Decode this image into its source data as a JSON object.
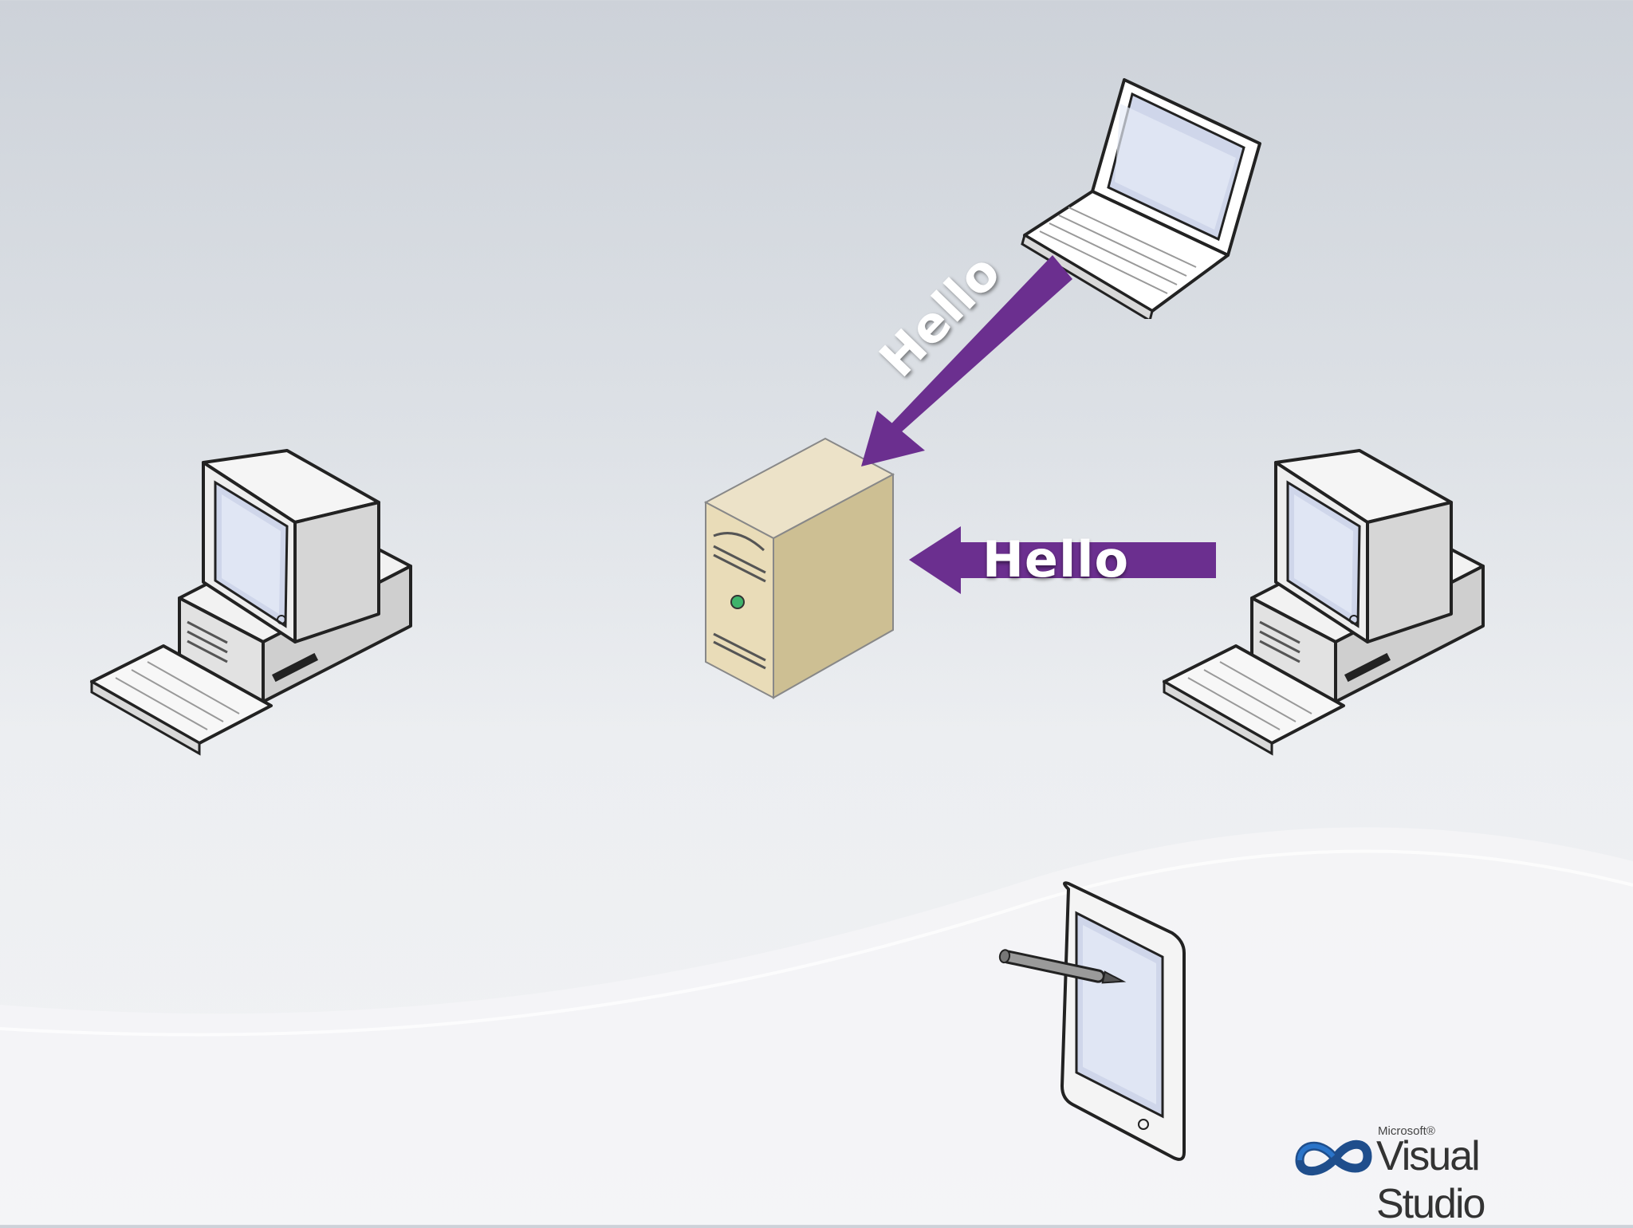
{
  "background": {
    "top_color": "#cdd2d9",
    "bottom_color": "#f2f3f5"
  },
  "accent": {
    "arrow_color": "#6b2f8f"
  },
  "diagram": {
    "nodes": [
      {
        "id": "laptop",
        "icon": "laptop-icon"
      },
      {
        "id": "server",
        "icon": "server-tower-icon"
      },
      {
        "id": "desktop-left",
        "icon": "desktop-computer-icon"
      },
      {
        "id": "desktop-right",
        "icon": "desktop-computer-icon"
      },
      {
        "id": "tablet",
        "icon": "tablet-with-stylus-icon"
      }
    ],
    "edges": [
      {
        "from": "laptop",
        "to": "server",
        "label": "Hello"
      },
      {
        "from": "desktop-right",
        "to": "server",
        "label": "Hello"
      }
    ]
  },
  "logo": {
    "small_text": "Microsoft®",
    "main_text": "Visual Studio",
    "icon": "infinity-logo-icon"
  }
}
